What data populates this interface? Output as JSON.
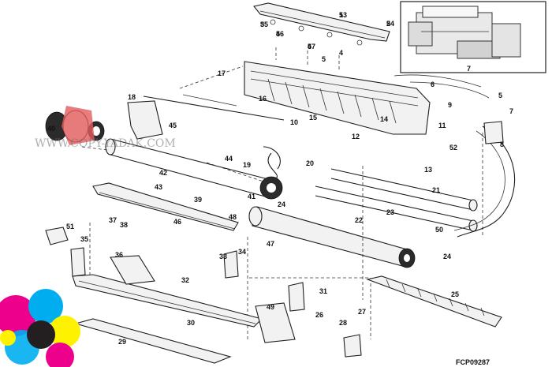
{
  "figure_code": "FCP09287",
  "watermark_text": "WWW.COPY-YADAK.COM",
  "brand_colors": {
    "cyan": "#00aeef",
    "magenta": "#ec008c",
    "yellow": "#fff200",
    "black": "#231f20",
    "red_logo": "#e74c3c"
  },
  "callouts": [
    "1",
    "2",
    "3",
    "4",
    "4",
    "4",
    "5",
    "6",
    "7",
    "7",
    "5",
    "8",
    "9",
    "10",
    "11",
    "12",
    "13",
    "14",
    "15",
    "16",
    "17",
    "18",
    "19",
    "20",
    "21",
    "22",
    "23",
    "24",
    "24",
    "25",
    "26",
    "27",
    "28",
    "29",
    "30",
    "31",
    "32",
    "33",
    "34",
    "35",
    "36",
    "37",
    "38",
    "39",
    "40",
    "41",
    "42",
    "43",
    "44",
    "45",
    "46",
    "47",
    "48",
    "49",
    "50",
    "51",
    "52",
    "53",
    "54",
    "55",
    "56",
    "57"
  ]
}
